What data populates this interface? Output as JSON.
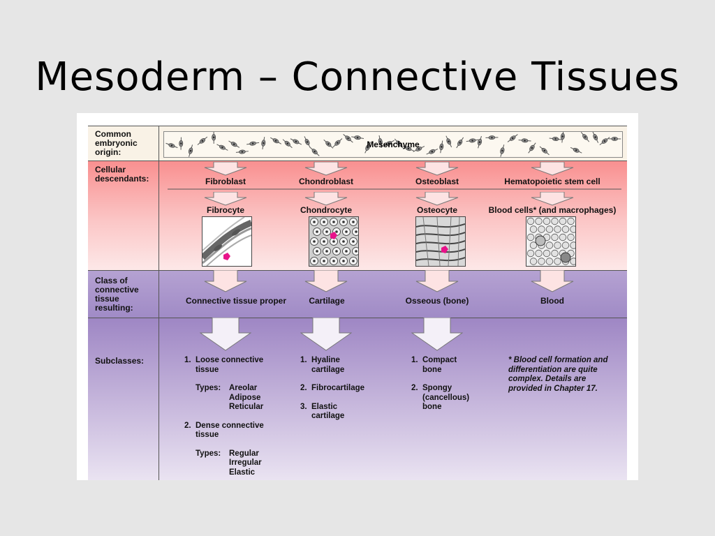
{
  "slide": {
    "title": "Mesoderm – Connective Tissues"
  },
  "rows": {
    "origin": "Common embryonic origin:",
    "cellular": "Cellular descendants:",
    "class": "Class of connective tissue resulting:",
    "subclasses": "Subclasses:"
  },
  "origin": {
    "label": "Mesenchyme"
  },
  "descendants": {
    "first": [
      "Fibroblast",
      "Chondroblast",
      "Osteoblast",
      "Hematopoietic stem cell"
    ],
    "second": [
      "Fibrocyte",
      "Chondrocyte",
      "Osteocyte",
      "Blood cells* (and macrophages)"
    ]
  },
  "classes": [
    "Connective tissue proper",
    "Cartilage",
    "Osseous (bone)",
    "Blood"
  ],
  "subclasses": {
    "proper": {
      "n1": "1.",
      "item1": "Loose connective tissue",
      "types_label": "Types:",
      "types1": [
        "Areolar",
        "Adipose",
        "Reticular"
      ],
      "n2": "2.",
      "item2": "Dense connective tissue",
      "types2": [
        "Regular",
        "Irregular",
        "Elastic"
      ]
    },
    "cartilage": [
      {
        "n": "1.",
        "text": "Hyaline cartilage"
      },
      {
        "n": "2.",
        "text": "Fibrocartilage"
      },
      {
        "n": "3.",
        "text": "Elastic cartilage"
      }
    ],
    "bone": [
      {
        "n": "1.",
        "text": "Compact bone"
      },
      {
        "n": "2.",
        "text": "Spongy (cancellous) bone"
      }
    ],
    "blood_note": "* Blood cell formation and differentiation are quite complex. Details are provided in Chapter 17."
  },
  "colors": {
    "origin_band": "#f9f2e6",
    "cellular_band": "#f98f8f",
    "class_band": "#a08bc6",
    "subclass_band": "#9e86c4",
    "arrow_fill": "#fde3e3",
    "marker": "#e8138a"
  }
}
